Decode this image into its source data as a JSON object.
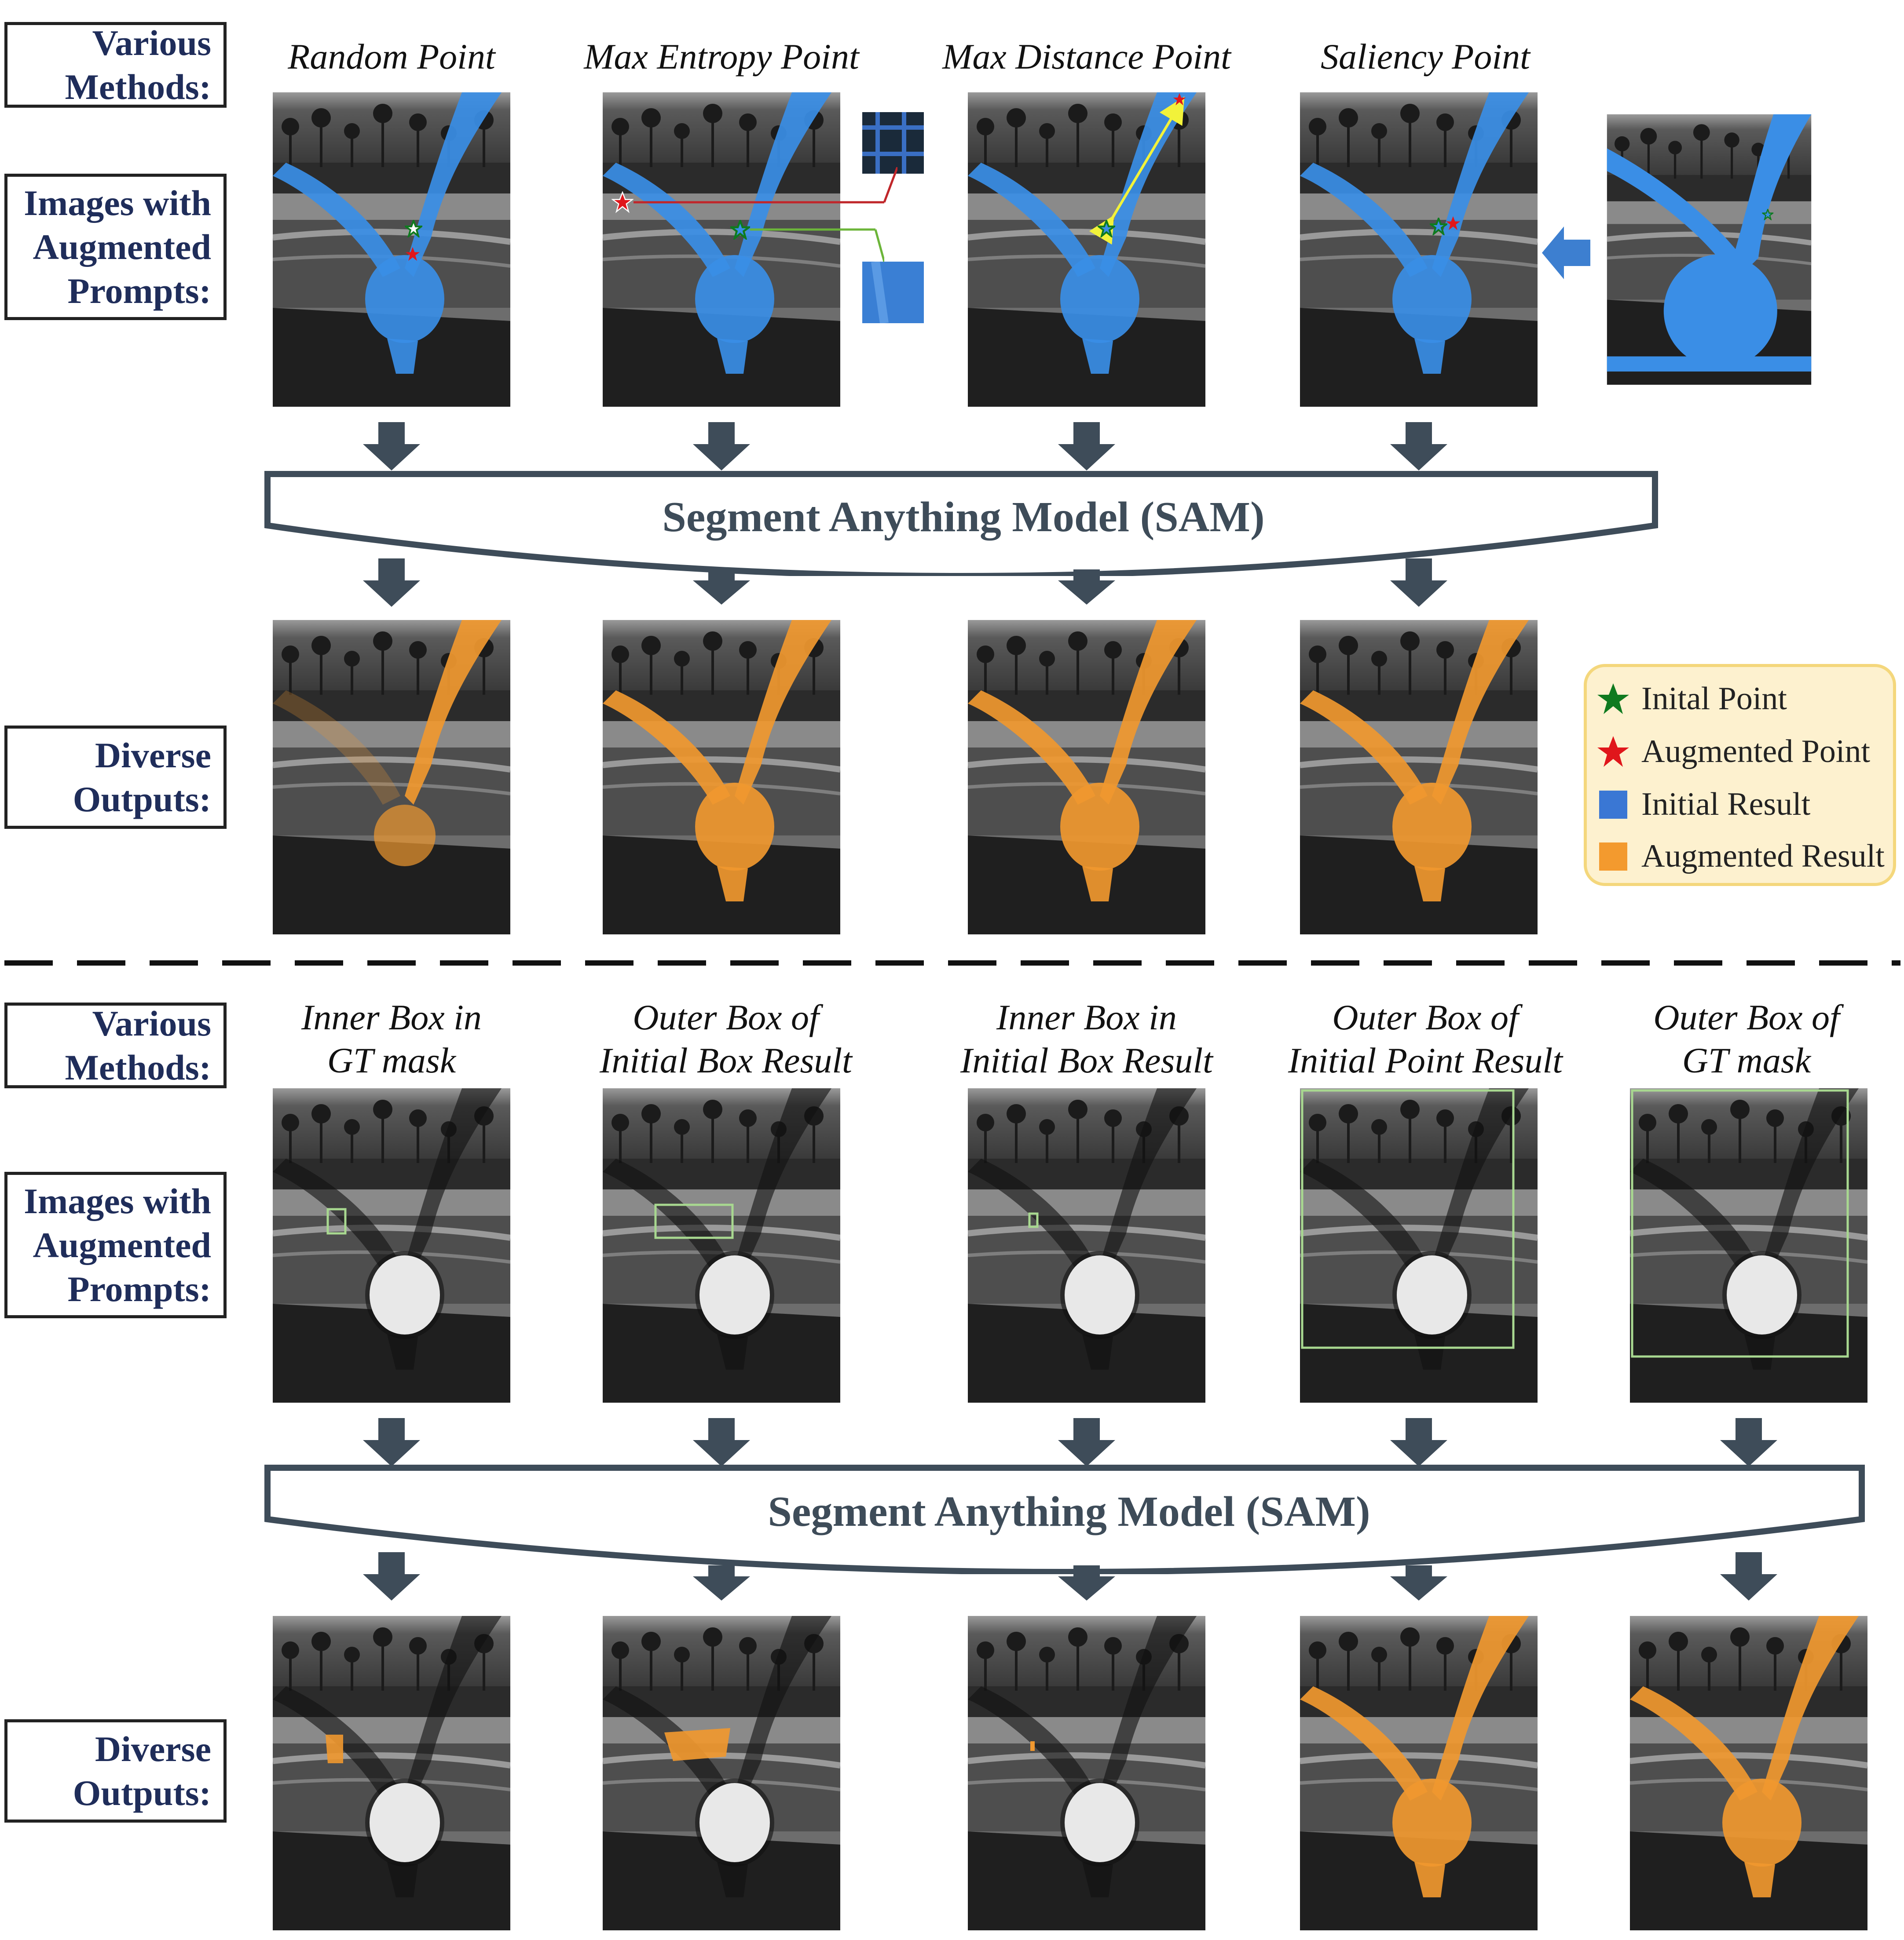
{
  "top_section": {
    "labels": {
      "methods": [
        "Various",
        "Methods:"
      ],
      "prompts": [
        "Images with",
        "Augmented",
        "Prompts:"
      ],
      "outputs": [
        "Diverse",
        "Outputs:"
      ]
    },
    "columns": [
      {
        "title": "Random Point"
      },
      {
        "title": "Max Entropy Point"
      },
      {
        "title": "Max Distance Point"
      },
      {
        "title": "Saliency Point"
      }
    ],
    "model_label": "Segment Anything Model (SAM)"
  },
  "bottom_section": {
    "labels": {
      "methods": [
        "Various",
        "Methods:"
      ],
      "prompts": [
        "Images with",
        "Augmented",
        "Prompts:"
      ],
      "outputs": [
        "Diverse",
        "Outputs:"
      ]
    },
    "columns": [
      {
        "title": [
          "Inner Box in",
          "GT mask"
        ]
      },
      {
        "title": [
          "Outer Box of",
          "Initial Box Result"
        ]
      },
      {
        "title": [
          "Inner Box in",
          "Initial Box Result"
        ]
      },
      {
        "title": [
          "Outer Box of",
          "Initial Point Result"
        ]
      },
      {
        "title": [
          "Outer Box of",
          "GT mask"
        ]
      }
    ],
    "model_label": "Segment Anything Model (SAM)"
  },
  "legend": {
    "items": [
      {
        "icon": "star-icon",
        "color": "#0f7a1f",
        "label": "Inital Point"
      },
      {
        "icon": "star-icon",
        "color": "#e0161b",
        "label": "Augmented Point"
      },
      {
        "icon": "square-icon",
        "color": "#3a77d4",
        "label": "Initial Result"
      },
      {
        "icon": "square-icon",
        "color": "#f39a2e",
        "label": "Augmented Result"
      }
    ]
  },
  "colors": {
    "label_text": "#1f2d5a",
    "arrow": "#3e4c59",
    "initial_mask": "#3a8ee6",
    "augmented_mask": "#f0982f",
    "prompt_box": "#a8d890"
  }
}
